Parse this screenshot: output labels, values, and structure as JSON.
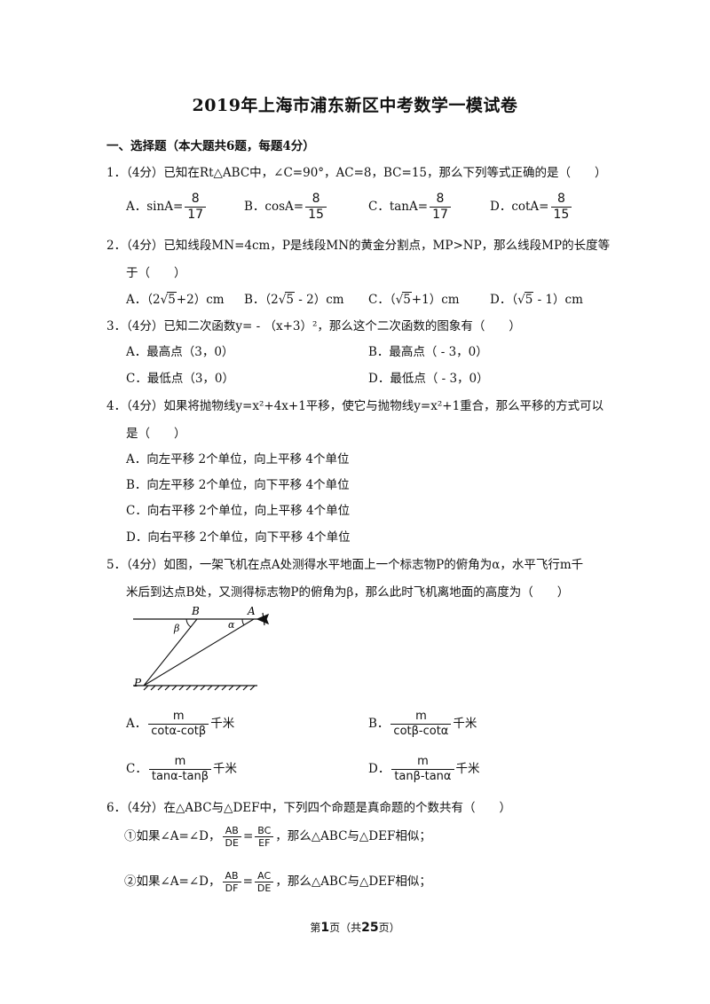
{
  "title": "2019年上海市浦东新区中考数学一模试卷",
  "section": "一、选择题（本大题共6题，每题4分）",
  "q1": {
    "stem": "1．（4分）已知在Rt△ABC中，∠C=90°，AC=8，BC=15，那么下列等式正确的是（　　）",
    "options": [
      {
        "label": "A．sinA=",
        "num": "8",
        "den": "17"
      },
      {
        "label": "B．cosA=",
        "num": "8",
        "den": "15"
      },
      {
        "label": "C．tanA=",
        "num": "8",
        "den": "17"
      },
      {
        "label": "D．cotA=",
        "num": "8",
        "den": "15"
      }
    ]
  },
  "q2": {
    "stem1": "2．（4分）已知线段MN=4cm，P是线段MN的黄金分割点，MP>NP，那么线段MP的长度等",
    "stem2": "于（　　）",
    "options": [
      {
        "pre": "A．（2",
        "rad": "5",
        "post": "+2）cm"
      },
      {
        "pre": "B．（2",
        "rad": "5",
        "post": " - 2）cm"
      },
      {
        "pre": "C．（",
        "rad": "5",
        "post": "+1）cm"
      },
      {
        "pre": "D．（",
        "rad": "5",
        "post": " - 1）cm"
      }
    ]
  },
  "q3": {
    "stem": "3．（4分）已知二次函数y= - （x+3）²，那么这个二次函数的图象有（　　）",
    "options": [
      "A．最高点（3，0）",
      "B．最高点（ - 3，0）",
      "C．最低点（3，0）",
      "D．最低点（ - 3，0）"
    ]
  },
  "q4": {
    "stem1": "4．（4分）如果将抛物线y=x²+4x+1平移，使它与抛物线y=x²+1重合，那么平移的方式可以",
    "stem2": "是（　　）",
    "options": [
      "A．向左平移 2个单位，向上平移 4个单位",
      "B．向左平移 2个单位，向下平移 4个单位",
      "C．向右平移 2个单位，向上平移 4个单位",
      "D．向右平移 2个单位，向下平移 4个单位"
    ]
  },
  "q5": {
    "stem1": "5．（4分）如图，一架飞机在点A处测得水平地面上一个标志物P的俯角为α，水平飞行m千",
    "stem2": "米后到达点B处，又测得标志物P的俯角为β，那么此时飞机离地面的高度为（　　）",
    "figure_labels": {
      "A": "A",
      "B": "B",
      "P": "P",
      "alpha": "α",
      "beta": "β"
    },
    "options": [
      {
        "label": "A．",
        "num": "m",
        "den": "cotα-cotβ",
        "unit": "千米"
      },
      {
        "label": "B．",
        "num": "m",
        "den": "cotβ-cotα",
        "unit": "千米"
      },
      {
        "label": "C．",
        "num": "m",
        "den": "tanα-tanβ",
        "unit": "千米"
      },
      {
        "label": "D．",
        "num": "m",
        "den": "tanβ-tanα",
        "unit": "千米"
      }
    ]
  },
  "q6": {
    "stem": "6．（4分）在△ABC与△DEF中，下列四个命题是真命题的个数共有（　　）",
    "items": [
      {
        "pre": "①如果∠A=∠D，",
        "f1n": "AB",
        "f1d": "DE",
        "eq": "=",
        "f2n": "BC",
        "f2d": "EF",
        "post": "，那么△ABC与△DEF相似；"
      },
      {
        "pre": "②如果∠A=∠D，",
        "f1n": "AB",
        "f1d": "DF",
        "eq": "=",
        "f2n": "AC",
        "f2d": "DE",
        "post": "，那么△ABC与△DEF相似；"
      }
    ]
  },
  "footer": {
    "pre": "第",
    "page": "1",
    "mid": "页（共",
    "total": "25",
    "post": "页）"
  }
}
